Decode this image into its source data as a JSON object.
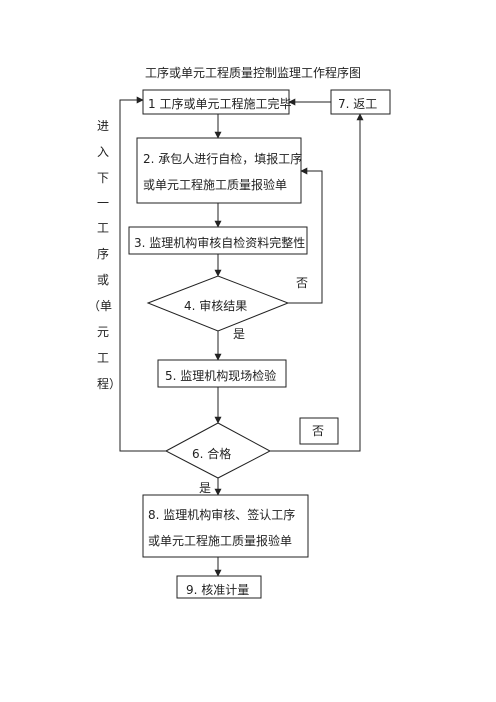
{
  "title": "工序或单元工程质量控制监理工作程序图",
  "nodes": {
    "n1": "1 工序或单元工程施工完毕",
    "n2_line1": "2. 承包人进行自检，填报工序",
    "n2_line2": "或单元工程施工质量报验单",
    "n3": "3. 监理机构审核自检资料完整性",
    "n4": "4. 审核结果",
    "n5": "5. 监理机构现场检验",
    "n6": "6. 合格",
    "n7": "7. 返工",
    "n8_line1": "8. 监理机构审核、签认工序",
    "n8_line2": "或单元工程施工质量报验单",
    "n9": "9. 核准计量"
  },
  "edge_labels": {
    "no_review": "否",
    "yes_review": "是",
    "no_pass": "否",
    "yes_pass": "是"
  },
  "side_label": [
    "进",
    "入",
    "下",
    "一",
    "工",
    "序",
    "或",
    "（单",
    "元",
    "工",
    "程）"
  ]
}
